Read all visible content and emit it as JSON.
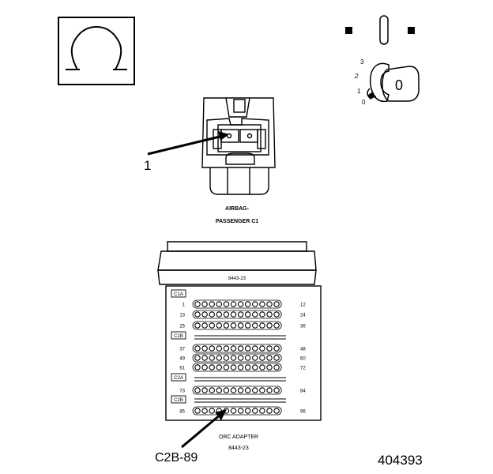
{
  "ignition": {
    "positions": [
      "3",
      "2",
      "1",
      "0"
    ],
    "key_position": "0"
  },
  "connector": {
    "pointer_label": "1",
    "name_line1": "AIRBAG-",
    "name_line2": "PASSENGER C1"
  },
  "adapter": {
    "top_part_number": "8443-23",
    "sections": [
      "C1A",
      "C1B",
      "C2A",
      "C2B"
    ],
    "rows": [
      {
        "left": "1",
        "right": "12"
      },
      {
        "left": "13",
        "right": "24"
      },
      {
        "left": "25",
        "right": "36"
      },
      {
        "left": "37",
        "right": "48"
      },
      {
        "left": "49",
        "right": "60"
      },
      {
        "left": "61",
        "right": "72"
      },
      {
        "left": "73",
        "right": "84"
      },
      {
        "left": "85",
        "right": "96"
      }
    ],
    "name": "ORC ADAPTER",
    "part_number": "8443-23"
  },
  "pin_callout": "C2B-89",
  "figure_number": "404393"
}
